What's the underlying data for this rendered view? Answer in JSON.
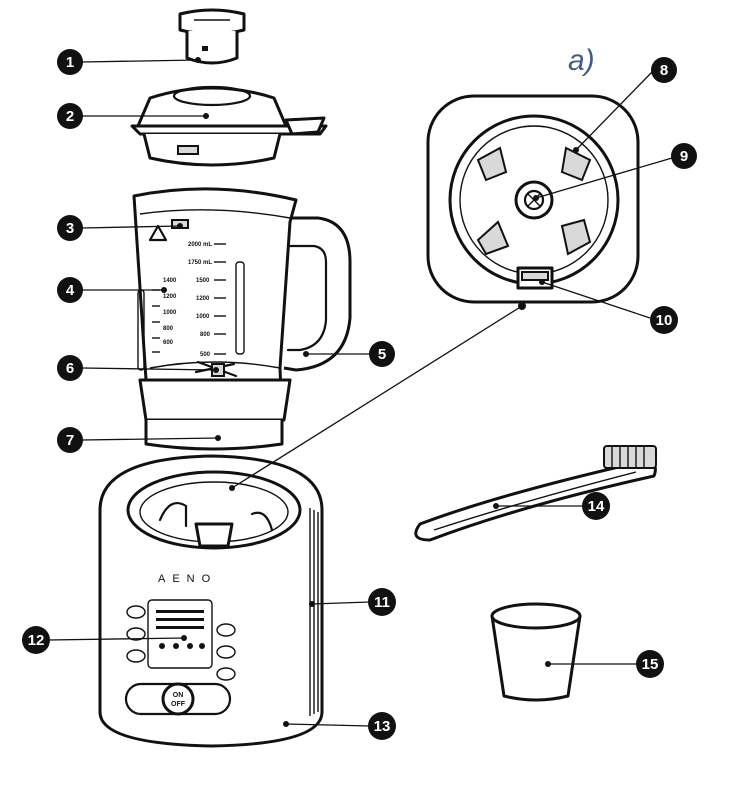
{
  "figure_label": "a)",
  "callouts": [
    "1",
    "2",
    "3",
    "4",
    "5",
    "6",
    "7",
    "8",
    "9",
    "10",
    "11",
    "12",
    "13",
    "14",
    "15"
  ],
  "jug_scale": {
    "right_marks": [
      "2000 mL",
      "1750 mL",
      "1500",
      "1200",
      "1000",
      "800",
      "500"
    ],
    "left_marks": [
      "1400",
      "1200",
      "1000",
      "800",
      "600"
    ]
  },
  "base": {
    "brand": "AENO",
    "power_button_line1": "ON",
    "power_button_line2": "OFF"
  },
  "colors": {
    "ink": "#111111",
    "label_blue": "#3f5d8c",
    "accent_grey": "#d9d9d9"
  }
}
